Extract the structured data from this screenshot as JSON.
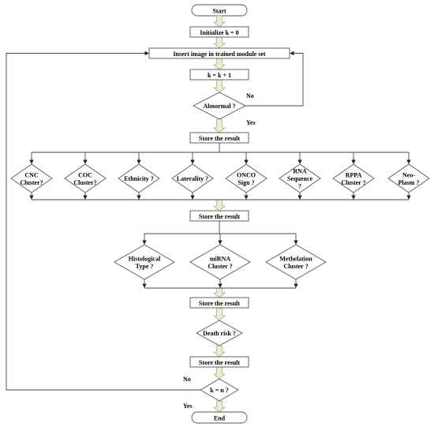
{
  "flowchart": {
    "start": "Start",
    "init": "Initialize k = 0",
    "insert": "Insert image in trained module set",
    "increment": "k = k + 1",
    "abnormal": "Abnormal ?",
    "no_label": "No",
    "yes_label": "Yes",
    "store1": "Store the result",
    "checks1": [
      [
        "CNC",
        "Cluster?"
      ],
      [
        "COC",
        "Cluster?"
      ],
      [
        "Ethnicity ?"
      ],
      [
        "Laterality ?"
      ],
      [
        "ONCO",
        "Sign ?"
      ],
      [
        "RNA",
        "Sequence",
        "?"
      ],
      [
        "RPPA",
        "Cluster ?"
      ],
      [
        "Neo-",
        "Plasm ?"
      ]
    ],
    "store2": "Store the result",
    "checks2": [
      [
        "Histological",
        "Type ?"
      ],
      [
        "miRNA",
        "Cluster ?"
      ],
      [
        "Methelation",
        "Cluster ?"
      ]
    ],
    "store3": "Store the result",
    "death": "Death risk ?",
    "store4": "Store the result",
    "loop": "k = n ?",
    "loop_no": "No",
    "loop_yes": "Yes",
    "end": "End"
  }
}
